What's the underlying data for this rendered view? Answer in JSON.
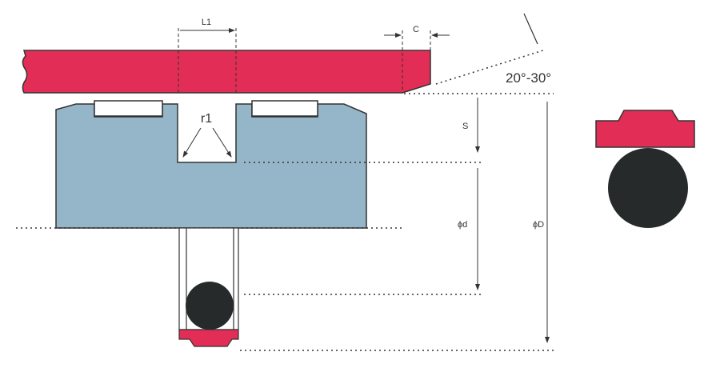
{
  "labels": {
    "l1": "L1",
    "c": "C",
    "angle": "20°-30°",
    "r1": "r1",
    "s": "S",
    "phi_d": "ϕd",
    "phi_D": "ϕD"
  },
  "colors": {
    "seal_red": "#e22e56",
    "piston_blue": "#95b5c8",
    "oring_dark": "#262a2b",
    "outline": "#333333"
  }
}
